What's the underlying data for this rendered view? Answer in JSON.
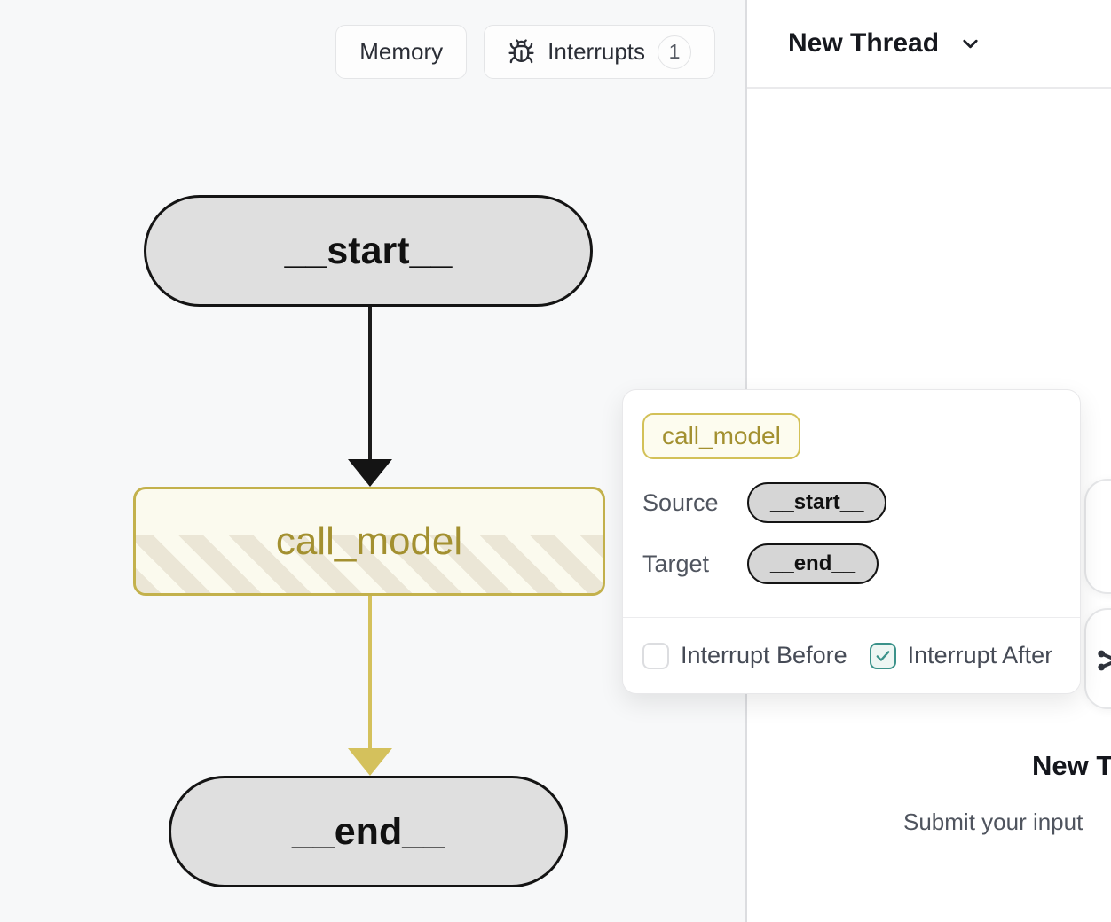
{
  "toolbar": {
    "memory_label": "Memory",
    "interrupts_label": "Interrupts",
    "interrupts_count": "1"
  },
  "graph": {
    "start_node": "__start__",
    "model_node": "call_model",
    "end_node": "__end__"
  },
  "thread": {
    "title": "New Thread",
    "empty_heading": "New Thread",
    "empty_subtext": "Submit your input"
  },
  "popover": {
    "badge": "call_model",
    "rows": [
      {
        "label": "Source",
        "value": "__start__"
      },
      {
        "label": "Target",
        "value": "__end__"
      }
    ],
    "interrupt_before_label": "Interrupt Before",
    "interrupt_after_label": "Interrupt After",
    "interrupt_before_checked": false,
    "interrupt_after_checked": true
  },
  "icons": {
    "interrupts_button": "bug-icon",
    "thread_selector": "chevron-down-icon",
    "checked_checkbox": "check-icon",
    "floating_card": "graph-share-icon"
  },
  "colors": {
    "accent_yellow_border": "#c3b14c",
    "accent_yellow_text": "#a39030",
    "edge_yellow": "#d4c15c",
    "teal": "#3b928a",
    "node_gray": "#dfdfdf",
    "left_panel_bg": "#f7f8f9"
  }
}
